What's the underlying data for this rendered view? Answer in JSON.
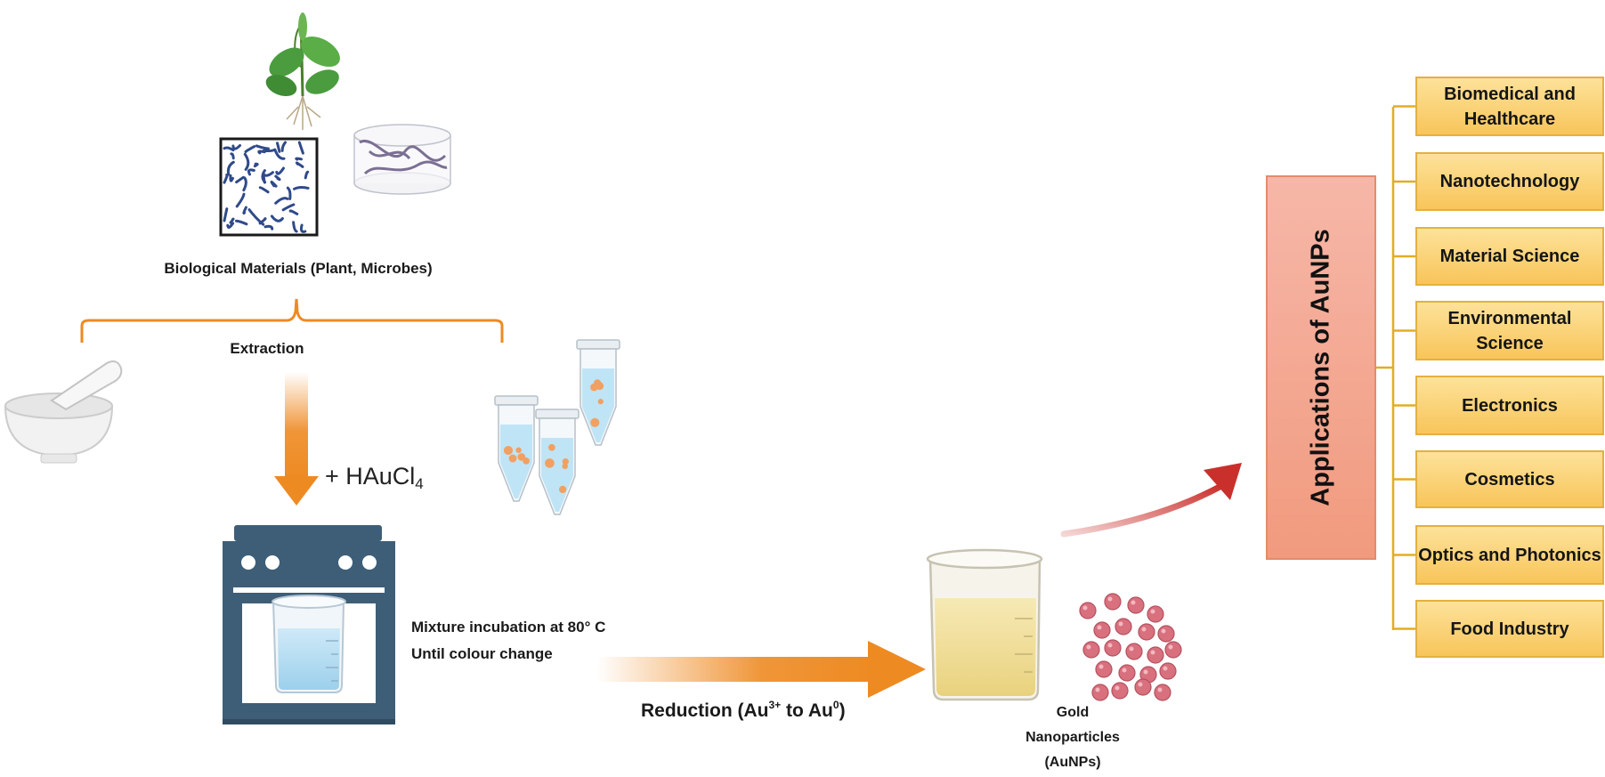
{
  "labels": {
    "biological_materials": "Biological Materials (Plant, Microbes)",
    "extraction": "Extraction",
    "reagent_prefix": "+ HAuCl",
    "reagent_subscript": "4",
    "incubation_line1": "Mixture incubation at 80° C",
    "incubation_line2": "Until colour change",
    "reduction_prefix": "Reduction (Au",
    "reduction_sup1": "3+",
    "reduction_middle": " to Au",
    "reduction_sup2": "0",
    "reduction_suffix": ")",
    "gold_nanoparticles": "Gold Nanoparticles (AuNPs)"
  },
  "applications": {
    "title": "Applications of AuNPs",
    "items": [
      "Biomedical and Healthcare",
      "Nanotechnology",
      "Material Science",
      "Environmental Science",
      "Electronics",
      "Cosmetics",
      "Optics and Photonics",
      "Food Industry"
    ]
  },
  "colors": {
    "orange_arrow": "#ee8a22",
    "red_arrow": "#c9302c",
    "oven": "#3e5e78",
    "connector": "#e2ad22",
    "app_box": "#fbd277",
    "app_title": "#f4a68d",
    "gold_particle": "#d8707e",
    "plant_leaf": "#4a9c3e"
  }
}
